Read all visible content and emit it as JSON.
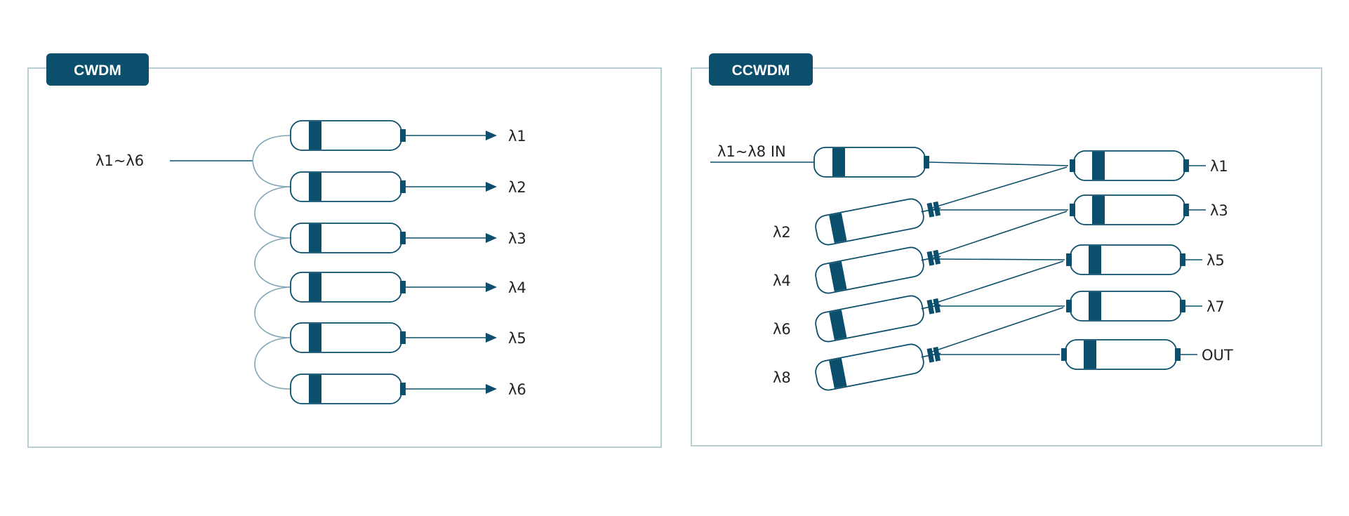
{
  "panels": [
    {
      "id": "cwdm",
      "tab_label": "CWDM",
      "input_label": "λ1~λ6",
      "outputs": [
        "λ1",
        "λ2",
        "λ3",
        "λ4",
        "λ5",
        "λ6"
      ]
    },
    {
      "id": "ccwdm",
      "tab_label": "CCWDM",
      "input_label": "λ1~λ8  IN",
      "left_labels": [
        "λ2",
        "λ4",
        "λ6",
        "λ8"
      ],
      "right_labels": [
        "λ1",
        "λ3",
        "λ5",
        "λ7",
        "OUT"
      ]
    }
  ],
  "colors": {
    "accent": "#0b4f6c",
    "frame": "#b9cfd4",
    "loop": "#7fa6b4"
  }
}
